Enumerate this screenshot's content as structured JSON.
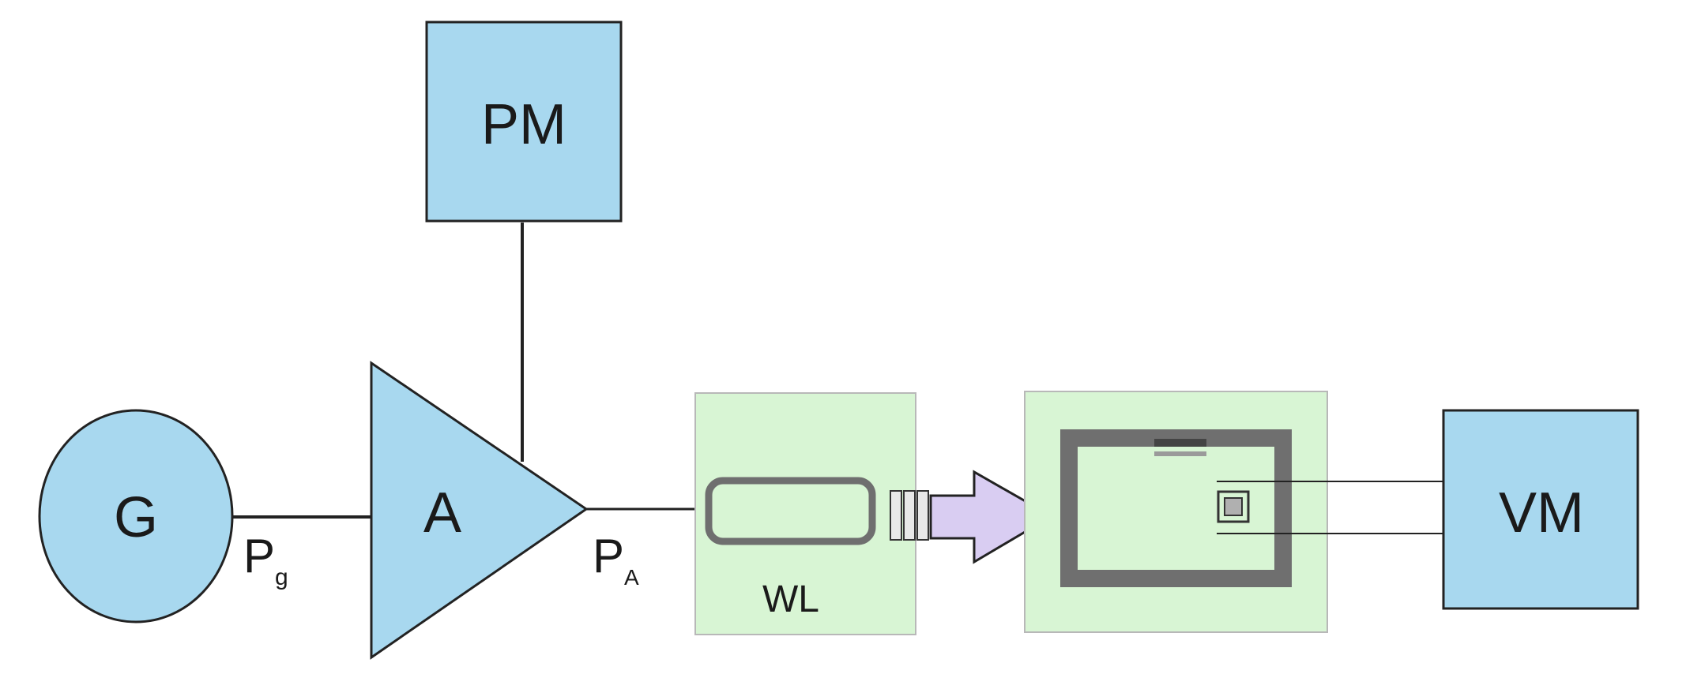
{
  "colors": {
    "node_fill": "#a8d8ef",
    "panel_fill": "#d8f5d4",
    "stroke": "#222222",
    "coil_gray": "#6f6f6f",
    "arrow_fill": "#d9cdf2"
  },
  "nodes": {
    "generator": {
      "label": "G"
    },
    "amplifier": {
      "label": "A"
    },
    "power_meter": {
      "label": "PM"
    },
    "voltmeter": {
      "label": "VM"
    }
  },
  "signals": {
    "pg": {
      "main": "P",
      "sub": "g"
    },
    "pa": {
      "main": "P",
      "sub": "A"
    }
  },
  "transmitter": {
    "label": "WL"
  }
}
